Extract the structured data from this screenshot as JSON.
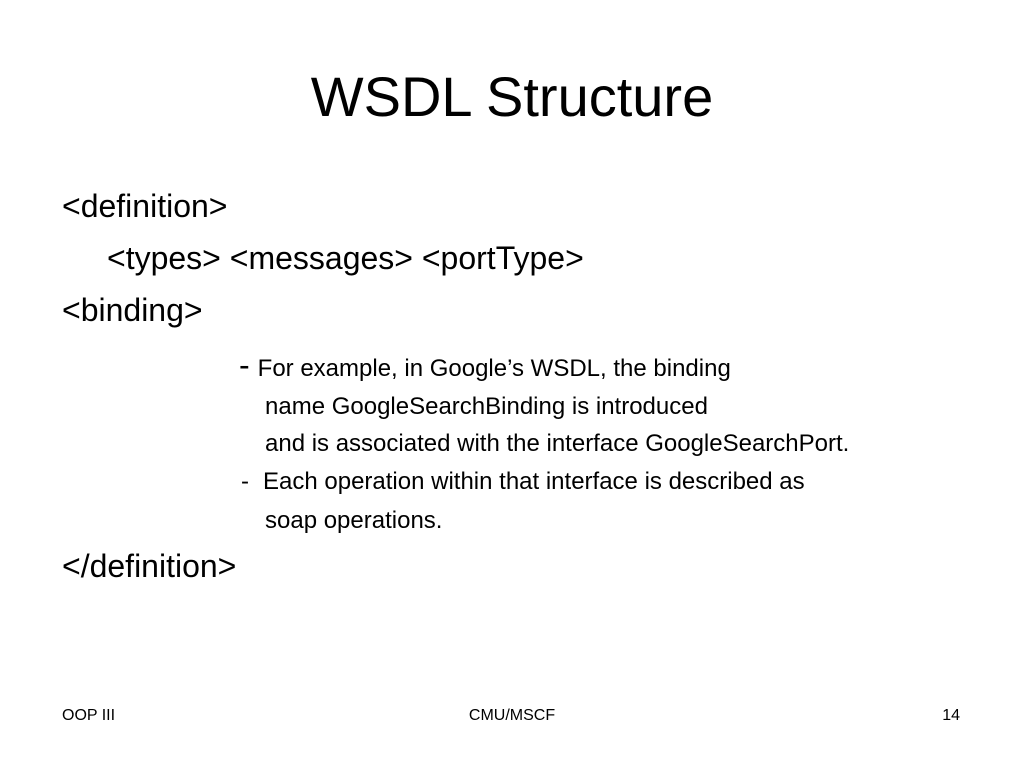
{
  "slide": {
    "title": "WSDL Structure",
    "body": {
      "line1": "<definition>",
      "line2": "<types> <messages> <portType>",
      "line3": "<binding>",
      "bullet1": {
        "dash": "-",
        "text": "For example, in Google’s WSDL, the binding",
        "cont1": "name GoogleSearchBinding is introduced",
        "cont2": "and is associated with the interface GoogleSearchPort."
      },
      "bullet2": {
        "dash": "-",
        "text": "Each operation within that interface is described as",
        "cont1": "soap operations."
      },
      "line_end": "</definition>"
    },
    "footer": {
      "left": "OOP III",
      "center": "CMU/MSCF",
      "page_number": "14"
    }
  }
}
